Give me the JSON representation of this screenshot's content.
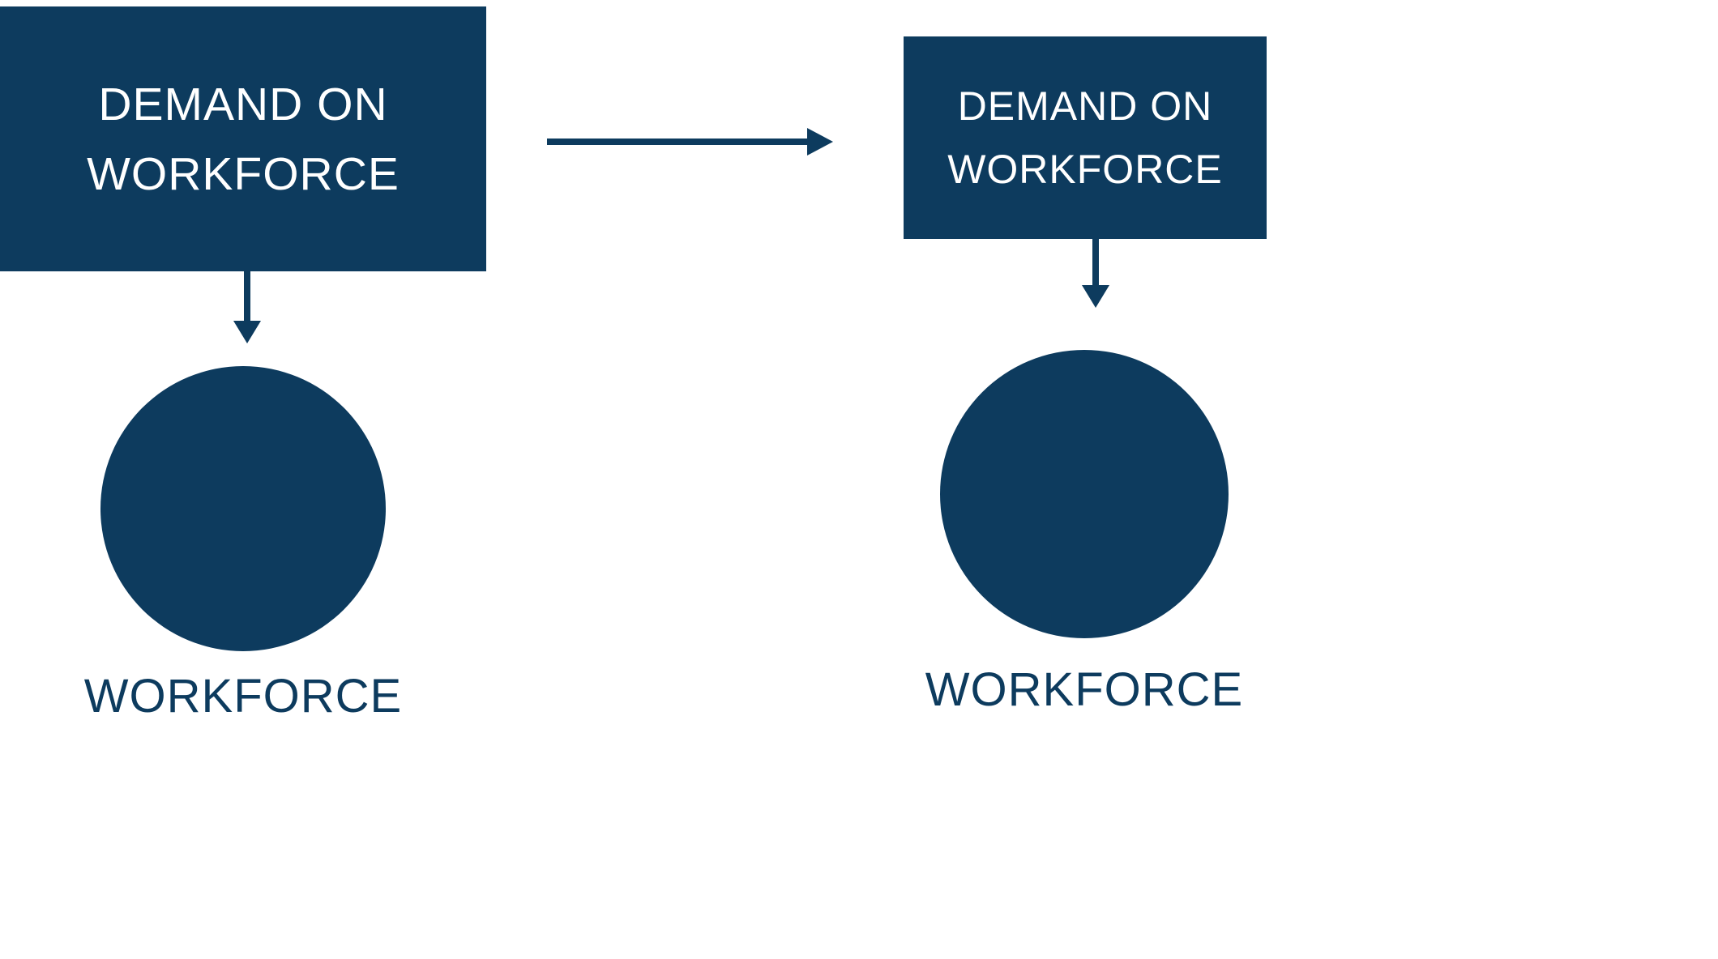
{
  "diagram": {
    "left": {
      "box": {
        "line1": "DEMAND ON",
        "line2": "WORKFORCE"
      },
      "circle_label": "WORKFORCE"
    },
    "right": {
      "box": {
        "line1": "DEMAND ON",
        "line2": "WORKFORCE"
      },
      "circle_label": "WORKFORCE"
    }
  },
  "colors": {
    "primary": "#0d3b5e",
    "background": "#ffffff",
    "box_text": "#ffffff"
  }
}
